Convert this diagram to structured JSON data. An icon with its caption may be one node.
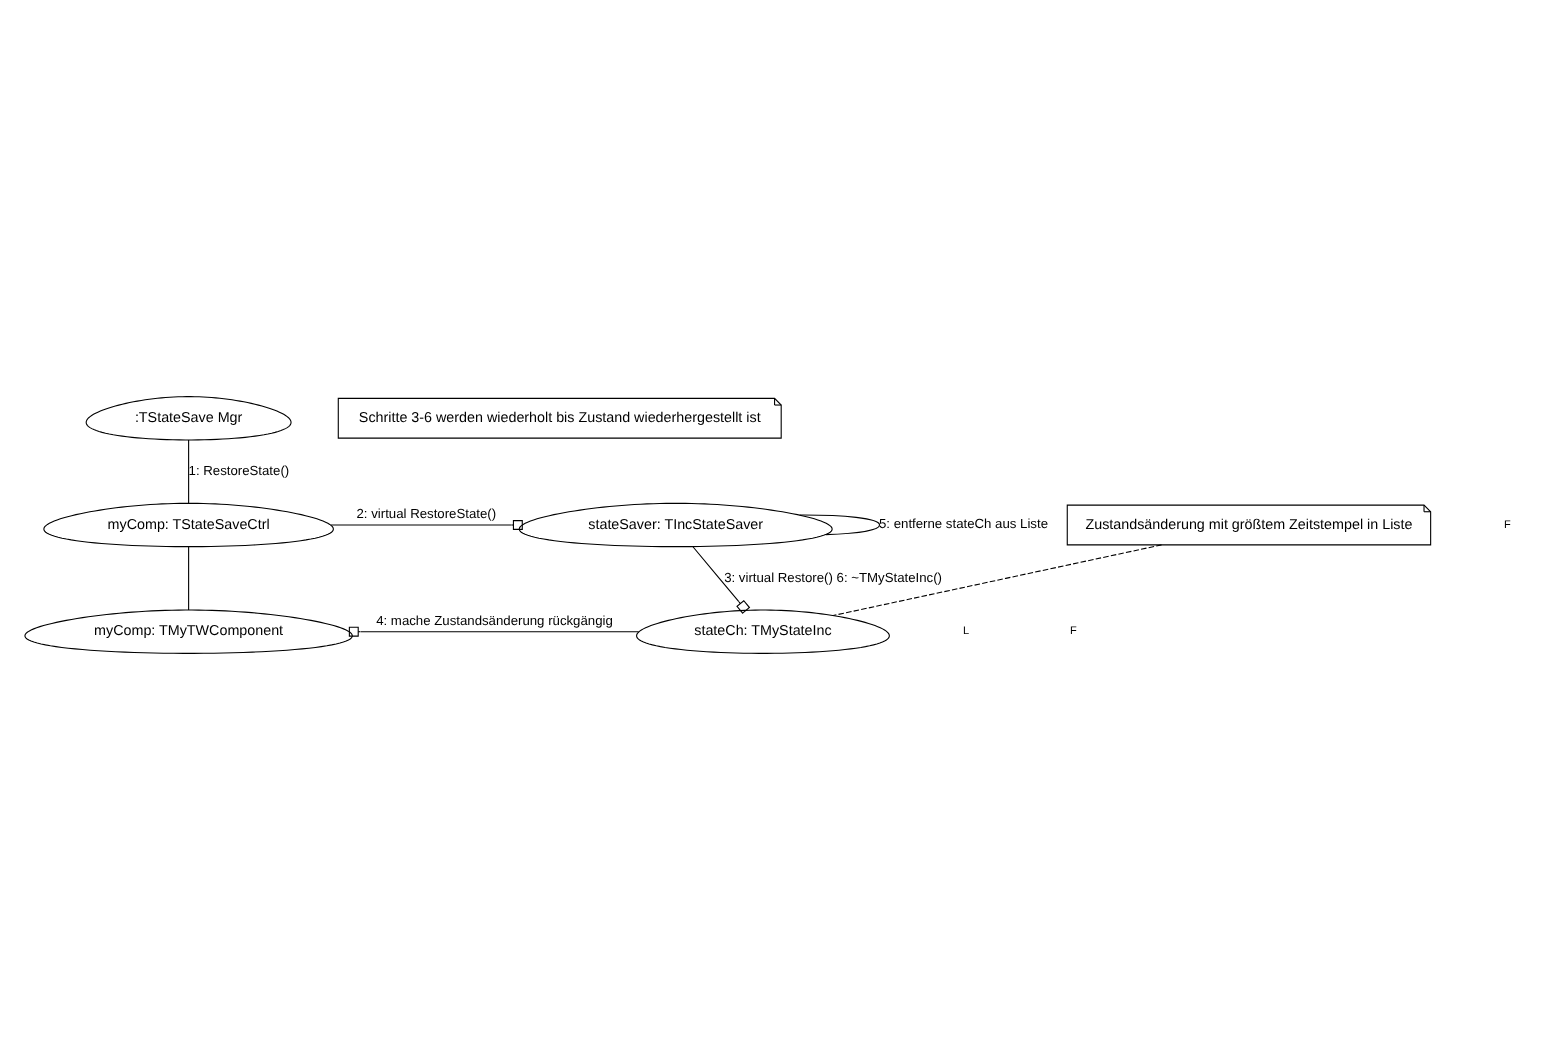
{
  "diagram": {
    "nodes": [
      {
        "text": [
          ":TStateSave Mgr"
        ]
      },
      {
        "text": [
          "Schritte 3-6 werden wiederholt bis Zustand wiederhergestellt ist"
        ]
      },
      {
        "text": [
          "stateSaver: TIncStateSaver"
        ]
      },
      {
        "text": [
          "myComp: TStateSaveCtrl"
        ]
      },
      {
        "text": [
          "Zustandsänderung mit größtem Zeitstempel in Liste"
        ]
      },
      {
        "text": [
          "stateCh: TMyStateInc"
        ]
      },
      {
        "text": [
          "myComp: TMyTWComponent"
        ]
      }
    ],
    "edges": [
      {
        "from": 0,
        "to": 3,
        "arrow": "none",
        "label": "1: RestoreState()"
      },
      {
        "from": 3,
        "to": 2,
        "arrow": "other",
        "label": "2: virtual RestoreState()"
      },
      {
        "from": 2,
        "to": 2,
        "arrow": "none",
        "label": "5: entferne stateCh aus Liste"
      },
      {
        "from": 2,
        "to": 5,
        "arrow": "other",
        "label": "3: virtual Restore() 6: ~TMyStateInc()"
      },
      {
        "from": 3,
        "to": 6,
        "arrow": "none"
      },
      {
        "from": 5,
        "to": 6,
        "arrow": "other",
        "label": "4: mache Zustandsänderung rückgängig"
      },
      {
        "from": 4,
        "to": 5,
        "arrow": "none",
        "style": "dashed"
      }
    ],
    "labels": [
      "F",
      "L",
      "F"
    ]
  }
}
